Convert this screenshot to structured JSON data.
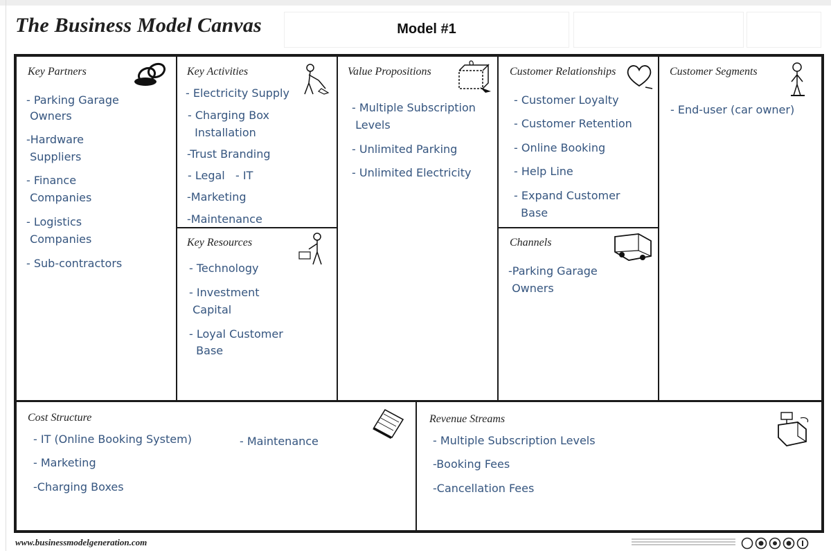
{
  "header": {
    "title": "The Business Model Canvas",
    "model_name": "Model #1"
  },
  "blocks": {
    "key_partners": {
      "heading": "Key Partners",
      "items": [
        "- Parking Garage",
        " Owners",
        "-Hardware",
        " Suppliers",
        "- Finance",
        " Companies",
        "- Logistics",
        " Companies",
        "- Sub-contractors"
      ]
    },
    "key_activities": {
      "heading": "Key Activities",
      "items": [
        "- Electricity Supply",
        "- Charging Box",
        "  Installation",
        "-Trust Branding",
        "- Legal   - IT",
        "-Marketing",
        "-Maintenance"
      ]
    },
    "key_resources": {
      "heading": "Key Resources",
      "items": [
        "- Technology",
        "- Investment",
        " Capital",
        "- Loyal Customer",
        "  Base"
      ]
    },
    "value_propositions": {
      "heading": "Value Propositions",
      "items": [
        "- Multiple Subscription",
        " Levels",
        "- Unlimited Parking",
        "- Unlimited Electricity"
      ]
    },
    "customer_relationships": {
      "heading": "Customer Relationships",
      "items": [
        "- Customer Loyalty",
        "- Customer Retention",
        "- Online Booking",
        "- Help Line",
        "- Expand Customer",
        "  Base"
      ]
    },
    "channels": {
      "heading": "Channels",
      "items": [
        "-Parking Garage",
        " Owners"
      ]
    },
    "customer_segments": {
      "heading": "Customer Segments",
      "items": [
        "- End-user (car owner)"
      ]
    },
    "cost_structure": {
      "heading": "Cost Structure",
      "items": [
        "- IT (Online Booking System)",
        "- Marketing",
        "-Charging Boxes",
        "- Maintenance"
      ]
    },
    "revenue_streams": {
      "heading": "Revenue Streams",
      "items": [
        "- Multiple Subscription Levels",
        "-Booking Fees",
        "-Cancellation Fees"
      ]
    }
  },
  "footer": {
    "url": "www.businessmodelgeneration.com"
  },
  "icons": [
    "chain-link-icon",
    "worker-icon",
    "gift-icon",
    "heart-icon",
    "person-icon",
    "truck-icon",
    "price-tag-icon",
    "cash-register-icon",
    "creative-commons-icon"
  ],
  "colors": {
    "item_text": "#35557f",
    "lines": "#1a1a1a"
  }
}
